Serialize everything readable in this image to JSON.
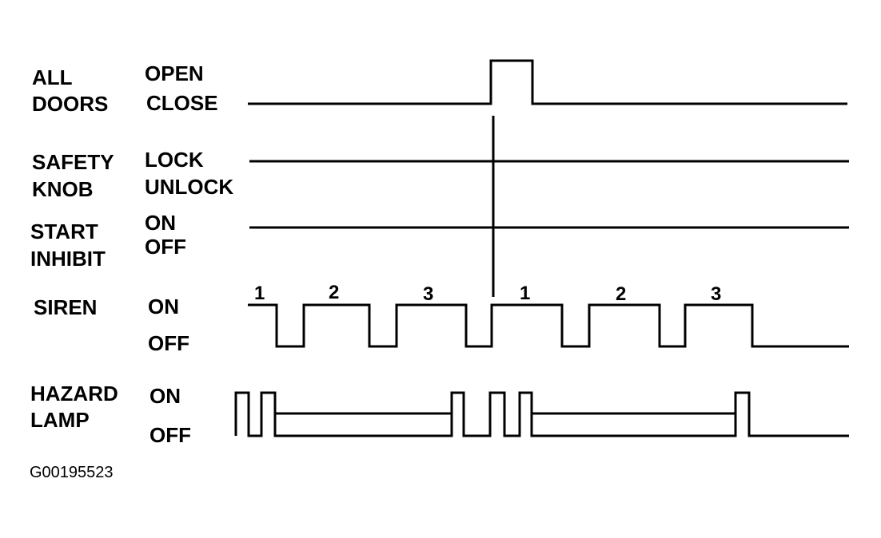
{
  "signals": [
    {
      "key": "all_doors",
      "name": [
        "ALL",
        "DOORS"
      ],
      "high": "OPEN",
      "low": "CLOSE"
    },
    {
      "key": "safety_knob",
      "name": [
        "SAFETY",
        "KNOB"
      ],
      "high": "LOCK",
      "low": "UNLOCK"
    },
    {
      "key": "start_inhibit",
      "name": [
        "START",
        "INHIBIT"
      ],
      "high": "ON",
      "low": "OFF"
    },
    {
      "key": "siren",
      "name": [
        "SIREN"
      ],
      "high": "ON",
      "low": "OFF"
    },
    {
      "key": "hazard_lamp",
      "name": [
        "HAZARD",
        "LAMP"
      ],
      "high": "ON",
      "low": "OFF"
    }
  ],
  "siren_pulse_labels": [
    "1",
    "2",
    "3",
    "1",
    "2",
    "3"
  ],
  "figure_id": "G00195523"
}
